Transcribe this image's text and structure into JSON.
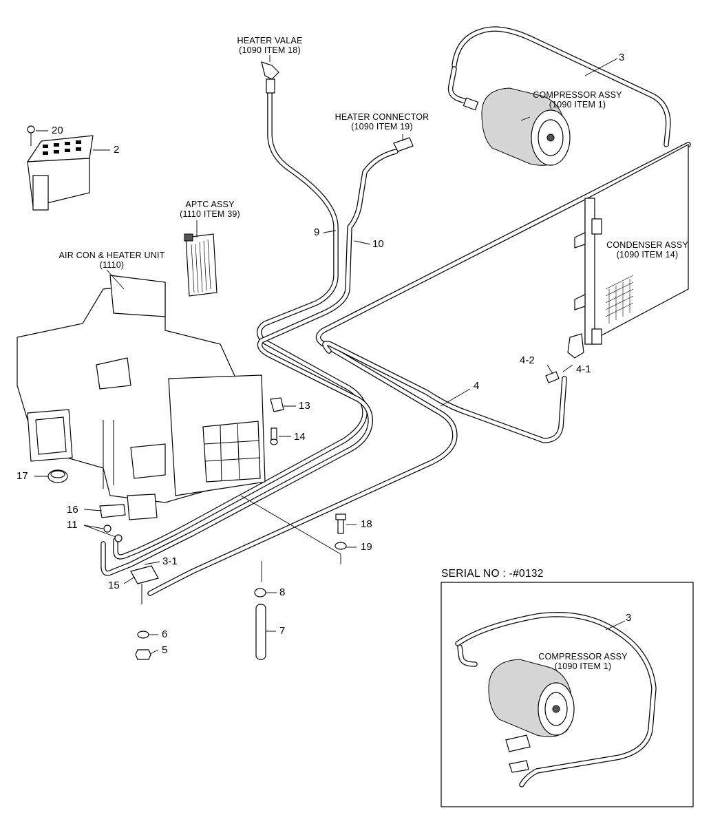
{
  "labels": {
    "heater_valve": [
      "HEATER VALAE",
      "(1090 ITEM 18)"
    ],
    "heater_connector": [
      "HEATER CONNECTOR",
      "(1090 ITEM 19)"
    ],
    "compressor_main": [
      "COMPRESSOR ASSY",
      "(1090 ITEM 1)"
    ],
    "aptc": [
      "APTC ASSY",
      "(1110 ITEM 39)"
    ],
    "aircon_unit": [
      "AIR CON & HEATER UNIT",
      "(1110)"
    ],
    "condenser": [
      "CONDENSER ASSY",
      "(1090 ITEM 14)"
    ],
    "compressor_inset": [
      "COMPRESSOR ASSY",
      "(1090 ITEM 1)"
    ]
  },
  "serial": "SERIAL NO : -#0132",
  "callouts": {
    "n20": "20",
    "n2": "2",
    "n3": "3",
    "n9": "9",
    "n10": "10",
    "n4_2": "4-2",
    "n4_1": "4-1",
    "n4": "4",
    "n13": "13",
    "n14": "14",
    "n17": "17",
    "n16": "16",
    "n11": "11",
    "n18": "18",
    "n19": "19",
    "n3_1": "3-1",
    "n15": "15",
    "n8": "8",
    "n6": "6",
    "n7": "7",
    "n5": "5",
    "n3_inset": "3"
  }
}
